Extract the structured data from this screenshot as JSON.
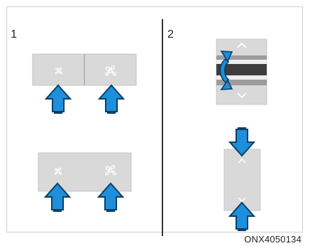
{
  "panels": [
    {
      "label": "1"
    },
    {
      "label": "2"
    }
  ],
  "figure_code": "ONX4050134",
  "colors": {
    "arrow_fill": "#1d8fdb",
    "arrow_stroke": "#0a3f66",
    "button_face": "#d9d9d9",
    "button_edge": "#c4c4c4",
    "icon": "#ffffff",
    "dial_dark": "#3d3d3d",
    "dial_light": "#eeeeee"
  },
  "icons": {
    "fan_low": "fan-low-icon",
    "fan_high": "fan-high-icon",
    "chevron_up": "chevron-up-icon",
    "chevron_down": "chevron-down-icon",
    "rotate": "rotate-arrow-icon",
    "press": "press-arrow-icon"
  }
}
